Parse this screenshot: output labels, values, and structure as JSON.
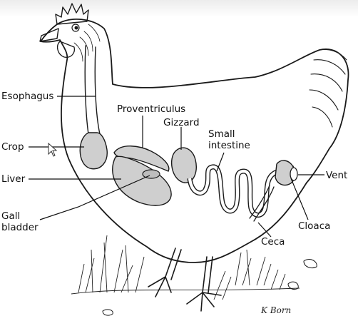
{
  "labels": {
    "esophagus": "Esophagus",
    "crop": "Crop",
    "liver": "Liver",
    "gall_line1": "Gall",
    "gall_line2": "bladder",
    "proventriculus": "Proventriculus",
    "gizzard": "Gizzard",
    "small_line1": "Small",
    "small_line2": "intestine",
    "vent": "Vent",
    "cloaca": "Cloaca",
    "ceca": "Ceca"
  },
  "signature": "K Born",
  "colors": {
    "ink": "#1a1a1a",
    "organ_fill": "#cfcfcf"
  },
  "icons": [
    "mouse-cursor-icon"
  ]
}
